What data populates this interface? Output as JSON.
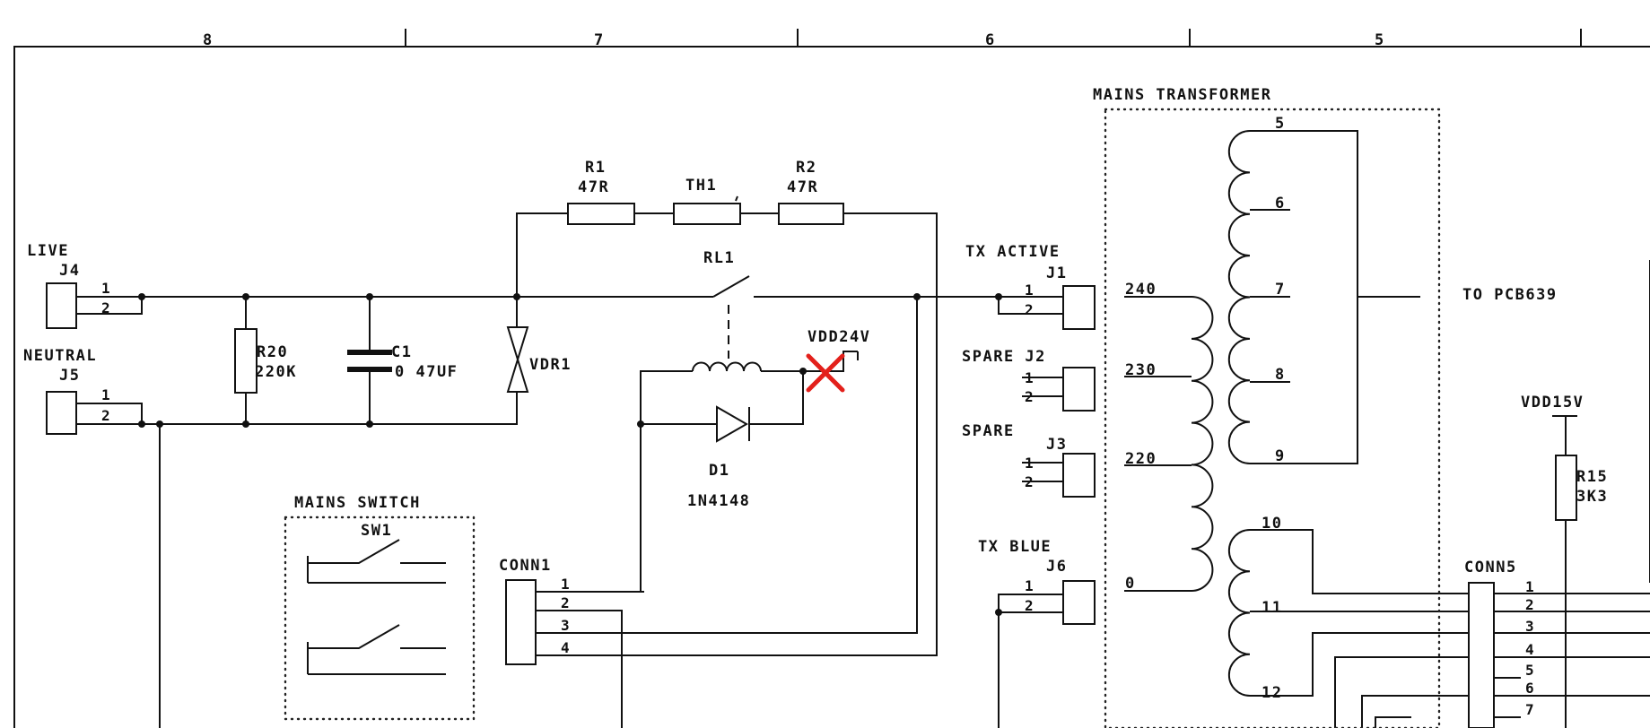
{
  "grid_columns": [
    "8",
    "7",
    "6",
    "5"
  ],
  "components": {
    "live": {
      "label": "LIVE",
      "ref": "J4",
      "pins": [
        "1",
        "2"
      ]
    },
    "neutral": {
      "label": "NEUTRAL",
      "ref": "J5",
      "pins": [
        "1",
        "2"
      ]
    },
    "r20": {
      "ref": "R20",
      "value": "220K"
    },
    "c1": {
      "ref": "C1",
      "value": "0 47UF"
    },
    "vdr1": {
      "ref": "VDR1"
    },
    "r1": {
      "ref": "R1",
      "value": "47R"
    },
    "th1": {
      "ref": "TH1"
    },
    "r2": {
      "ref": "R2",
      "value": "47R"
    },
    "rl1": {
      "ref": "RL1"
    },
    "vdd24": {
      "label": "VDD24V"
    },
    "d1": {
      "ref": "D1",
      "value": "1N4148"
    },
    "mains_switch": {
      "title": "MAINS SWITCH",
      "ref": "SW1"
    },
    "conn1": {
      "ref": "CONN1",
      "pins": [
        "1",
        "2",
        "3",
        "4"
      ]
    },
    "j1": {
      "label": "TX ACTIVE",
      "ref": "J1",
      "pins": [
        "1",
        "2"
      ]
    },
    "j2": {
      "label": "SPARE J2",
      "pins": [
        "1",
        "2"
      ]
    },
    "j3": {
      "label": "SPARE",
      "ref": "J3",
      "pins": [
        "1",
        "2"
      ]
    },
    "j6": {
      "label": "TX BLUE",
      "ref": "J6",
      "pins": [
        "1",
        "2"
      ]
    },
    "transformer": {
      "title": "MAINS TRANSFORMER",
      "primary_taps": [
        "240",
        "230",
        "220",
        "0"
      ],
      "secondary_taps": [
        "5",
        "6",
        "7",
        "8",
        "9"
      ],
      "aux_taps": [
        "10",
        "11",
        "12"
      ]
    },
    "to_pcb": {
      "label": "TO PCB639"
    },
    "vdd15": {
      "label": "VDD15V"
    },
    "r15": {
      "ref": "R15",
      "value": "3K3"
    },
    "conn5": {
      "ref": "CONN5",
      "pins": [
        "1",
        "2",
        "3",
        "4",
        "5",
        "6",
        "7"
      ]
    }
  },
  "annotation": {
    "mark": "no-connect-marker",
    "color": "#e3201b"
  }
}
